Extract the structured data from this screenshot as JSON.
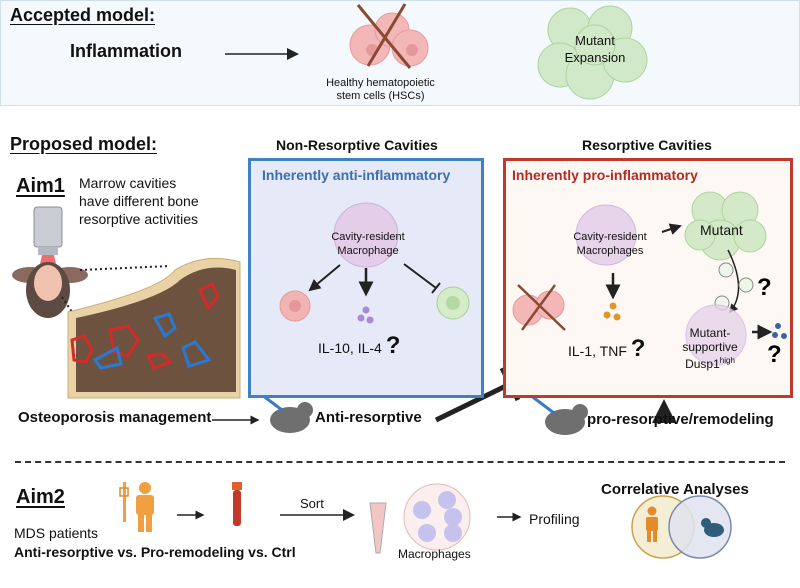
{
  "accepted": {
    "heading": "Accepted model:",
    "cause": "Inflammation",
    "hsc_label_line1": "Healthy hematopoietic",
    "hsc_label_line2": "stem cells (HSCs)",
    "mutant_line1": "Mutant",
    "mutant_line2": "Expansion"
  },
  "proposed": {
    "heading": "Proposed model:",
    "aim1": {
      "label": "Aim1",
      "desc_line1": "Marrow cavities",
      "desc_line2": "have different bone",
      "desc_line3": "resorptive activities"
    },
    "non_resorptive": {
      "title": "Non-Resorptive Cavities",
      "box_title": "Inherently anti-inflammatory",
      "macrophage_line1": "Cavity-resident",
      "macrophage_line2": "Macrophage",
      "cytokines": "IL-10, IL-4",
      "question": "?"
    },
    "resorptive": {
      "title": "Resorptive Cavities",
      "box_title": "Inherently pro-inflammatory",
      "macrophage_line1": "Cavity-resident",
      "macrophage_line2": "Macrophages",
      "mutant": "Mutant",
      "cytokines": "IL-1, TNF",
      "question": "?",
      "supportive_line1": "Mutant-",
      "supportive_line2": "supportive",
      "supportive_line3": "Dusp1",
      "supportive_sup": "high"
    },
    "osteoporosis": "Osteoporosis management",
    "anti_resorptive": "Anti-resorptive",
    "pro_resorptive": "pro-resorptive/remodeling"
  },
  "aim2": {
    "label": "Aim2",
    "patients": "MDS patients",
    "comparison": "Anti-resorptive vs. Pro-remodeling vs. Ctrl",
    "sort": "Sort",
    "macrophages": "Macrophages",
    "profiling": "Profiling",
    "correlative": "Correlative Analyses"
  },
  "colors": {
    "blue_box_border": "#3e82c4",
    "red_box_border": "#c0392b",
    "anti_title": "#3b6fb0",
    "pro_title": "#b52a23"
  }
}
